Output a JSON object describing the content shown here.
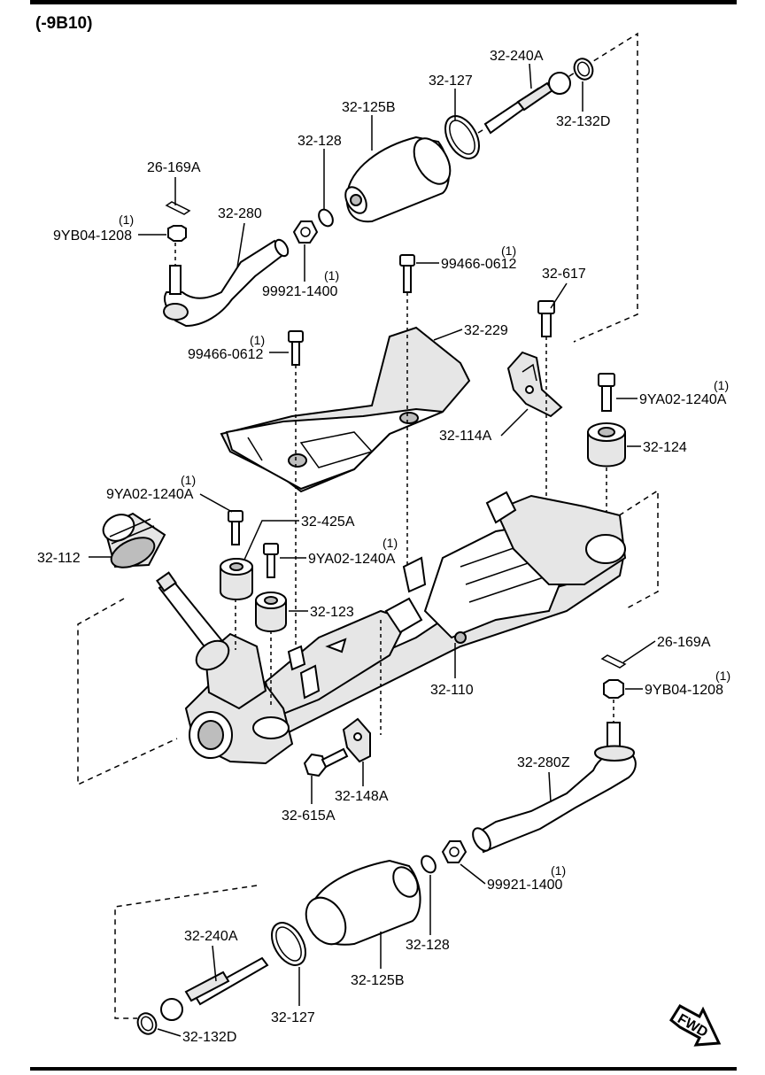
{
  "title": "(-9B10)",
  "qty_marker": "(1)",
  "fwd_label": "FWD",
  "labels": {
    "tierod_end_lh": "32-280",
    "tierod_end_rh": "32-280Z",
    "nut_top": "99921-1400",
    "nut_bottom": "99921-1400",
    "boot_top": "32-125B",
    "boot_bottom": "32-125B",
    "clamp_small_top": "32-128",
    "clamp_small_bottom": "32-128",
    "clamp_large_top": "32-127",
    "clamp_large_bottom": "32-127",
    "tierod_top": "32-240A",
    "tierod_bottom": "32-240A",
    "ring_top": "32-132D",
    "ring_bottom": "32-132D",
    "cotter_top": "26-169A",
    "cotter_bottom": "26-169A",
    "castle_nut_top": "9YB04-1208",
    "castle_nut_bottom": "9YB04-1208",
    "bolt_heat_shield_a": "99466-0612",
    "bolt_heat_shield_b": "99466-0612",
    "heat_shield": "32-229",
    "bolt_bracket": "32-617",
    "bracket": "32-114A",
    "bolt_mount_right": "9YA02-1240A",
    "bolt_mount_left": "9YA02-1240A",
    "bolt_mount_mid": "9YA02-1240A",
    "bushing_right": "32-124",
    "bushing_left": "32-425A",
    "bushing_mid": "32-123",
    "pinion_seal": "32-112",
    "gear_assembly": "32-110",
    "bracket_lower": "32-148A",
    "bolt_lower": "32-615A"
  }
}
